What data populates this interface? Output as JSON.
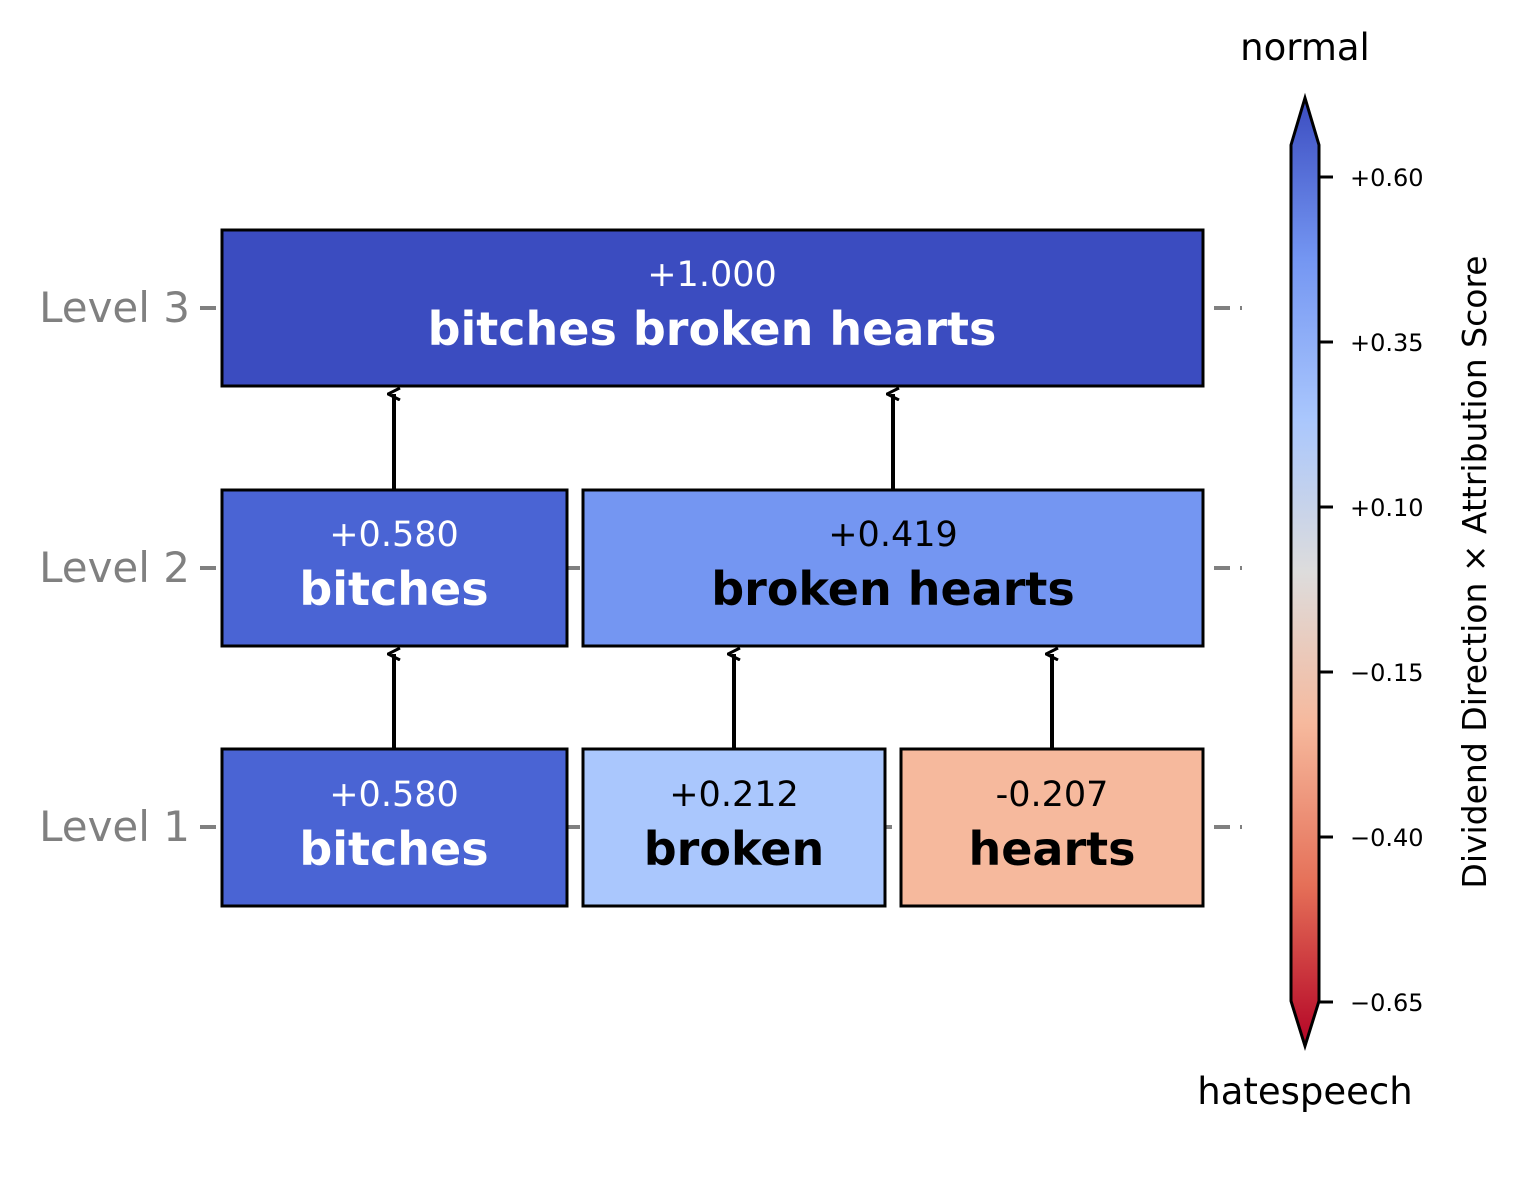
{
  "levels": [
    {
      "label": "Level 3"
    },
    {
      "label": "Level 2"
    },
    {
      "label": "Level 1"
    }
  ],
  "nodes": {
    "l3_all": {
      "score": "+1.000",
      "text": "bitches broken hearts",
      "fill": "#3b4cc0",
      "text_color": "#ffffff"
    },
    "l2_bitches": {
      "score": "+0.580",
      "text": "bitches",
      "fill": "#4a64d4",
      "text_color": "#ffffff"
    },
    "l2_broken": {
      "score": "+0.419",
      "text": "broken hearts",
      "fill": "#7496f2",
      "text_color": "#000000"
    },
    "l1_bitches": {
      "score": "+0.580",
      "text": "bitches",
      "fill": "#4a64d4",
      "text_color": "#ffffff"
    },
    "l1_broken": {
      "score": "+0.212",
      "text": "broken",
      "fill": "#aac7fd",
      "text_color": "#000000"
    },
    "l1_hearts": {
      "score": "-0.207",
      "text": "hearts",
      "fill": "#f6b99d",
      "text_color": "#000000"
    }
  },
  "edges": [
    {
      "from": "l1_bitches",
      "to": "l2_bitches"
    },
    {
      "from": "l1_broken",
      "to": "l2_broken"
    },
    {
      "from": "l1_hearts",
      "to": "l2_broken"
    },
    {
      "from": "l2_bitches",
      "to": "l3_all"
    },
    {
      "from": "l2_broken",
      "to": "l3_all"
    }
  ],
  "colorbar": {
    "top_label": "normal",
    "bottom_label": "hatespeech",
    "axis_label": "Dividend Direction × Attribution Score",
    "ticks": [
      "+0.60",
      "+0.35",
      "+0.10",
      "−0.15",
      "−0.40",
      "−0.65"
    ],
    "colors": {
      "high": "#3b4cc0",
      "mid_high": "#7496f2",
      "light_blue": "#aac7fd",
      "neutral": "#dddcdc",
      "light_red": "#f6b99d",
      "mid_low": "#e57058",
      "low": "#b40426"
    }
  }
}
